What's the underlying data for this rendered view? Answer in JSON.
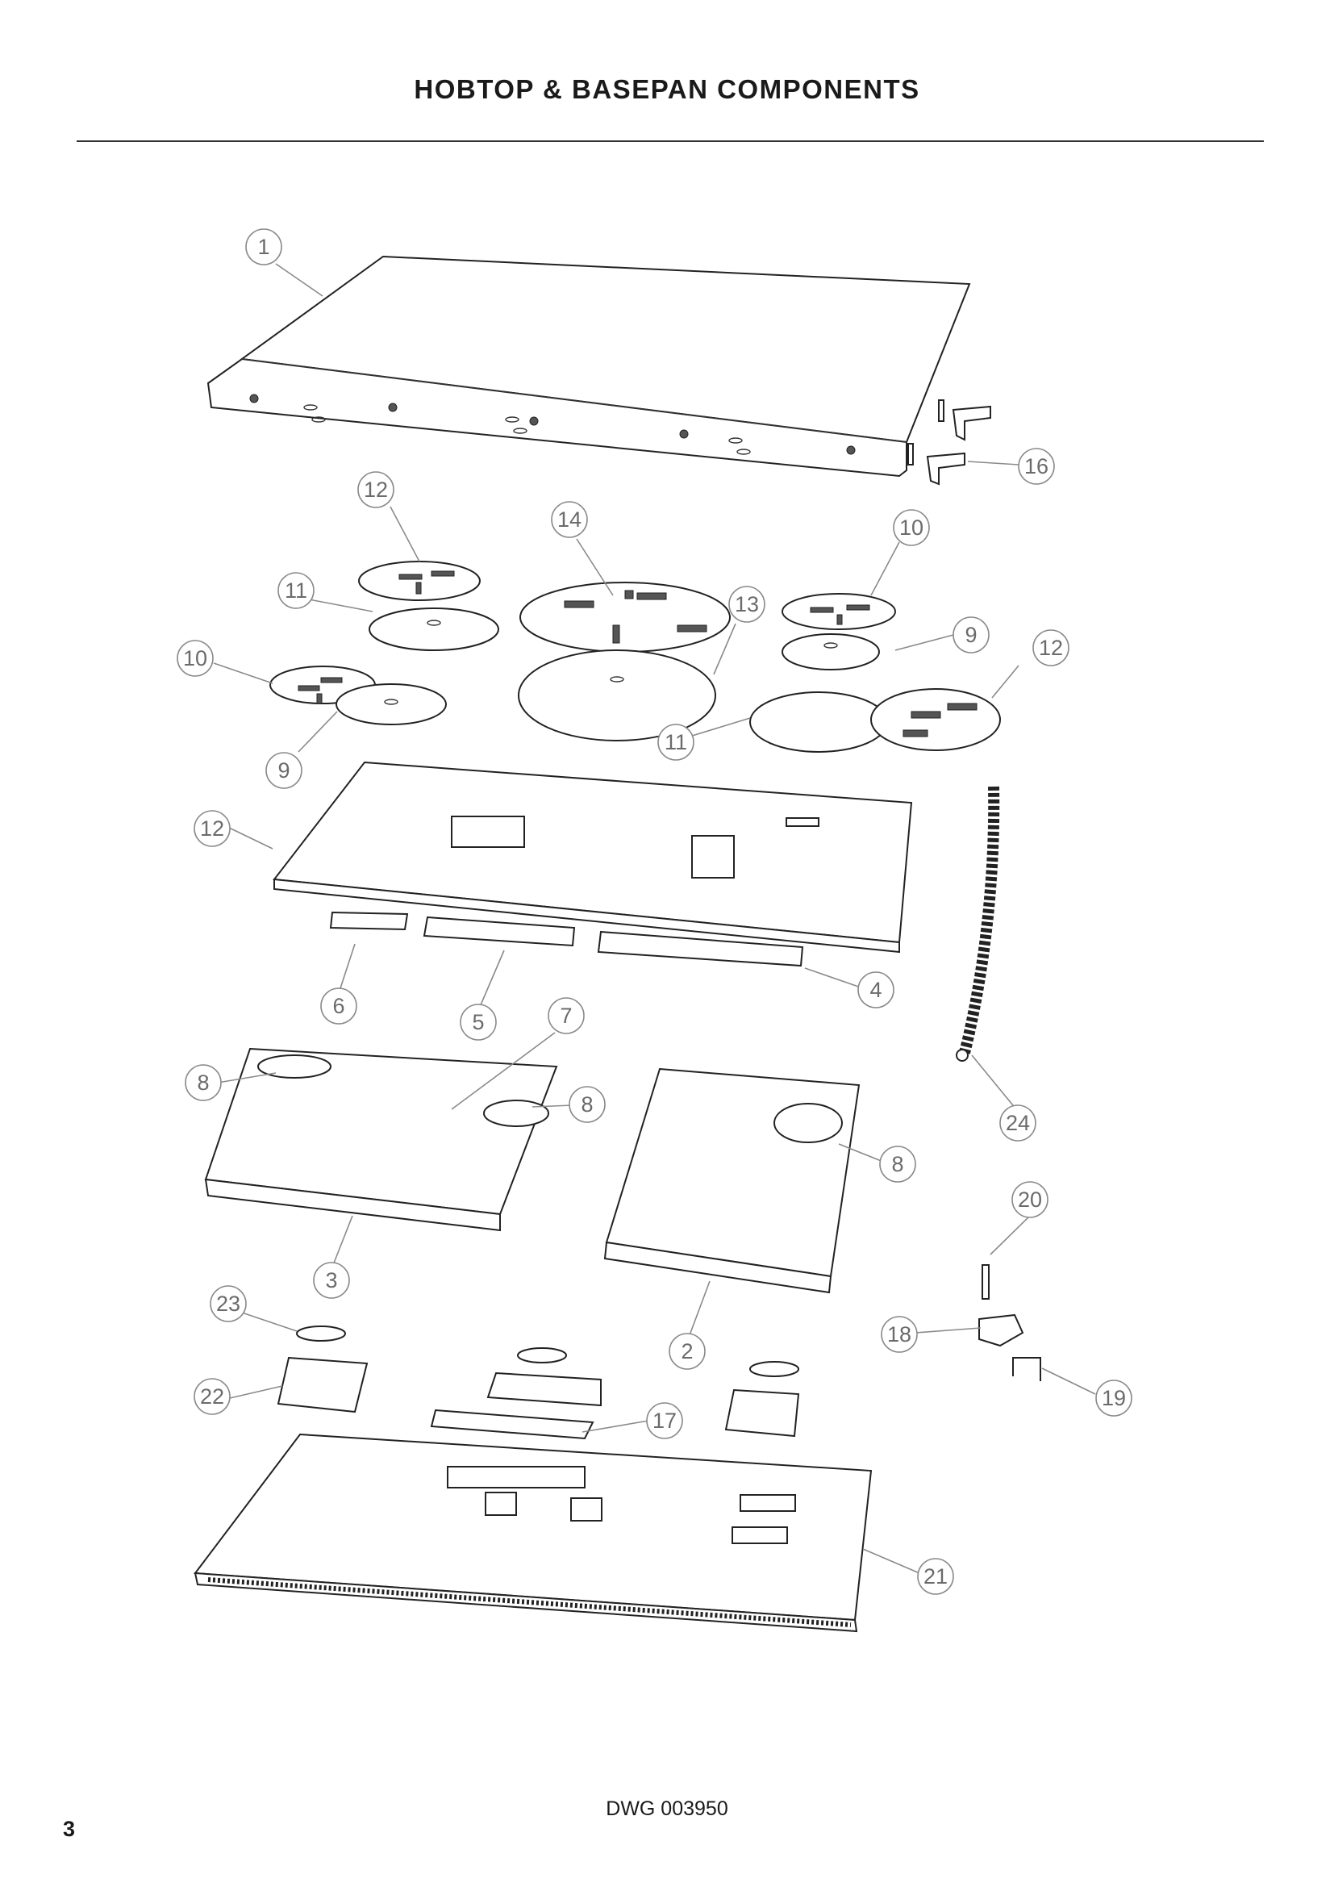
{
  "page": {
    "title": "HOBTOP & BASEPAN COMPONENTS",
    "drawing_number": "DWG 003950",
    "page_number": "3"
  },
  "callouts": [
    {
      "id": "c1",
      "label": "1"
    },
    {
      "id": "c16",
      "label": "16"
    },
    {
      "id": "c12a",
      "label": "12"
    },
    {
      "id": "c14",
      "label": "14"
    },
    {
      "id": "c10a",
      "label": "10"
    },
    {
      "id": "c11a",
      "label": "11"
    },
    {
      "id": "c13",
      "label": "13"
    },
    {
      "id": "c9a",
      "label": "9"
    },
    {
      "id": "c12b",
      "label": "12"
    },
    {
      "id": "c10b",
      "label": "10"
    },
    {
      "id": "c9b",
      "label": "9"
    },
    {
      "id": "c11b",
      "label": "11"
    },
    {
      "id": "c12c",
      "label": "12"
    },
    {
      "id": "c4",
      "label": "4"
    },
    {
      "id": "c6",
      "label": "6"
    },
    {
      "id": "c5",
      "label": "5"
    },
    {
      "id": "c7",
      "label": "7"
    },
    {
      "id": "c8a",
      "label": "8"
    },
    {
      "id": "c8b",
      "label": "8"
    },
    {
      "id": "c8c",
      "label": "8"
    },
    {
      "id": "c24",
      "label": "24"
    },
    {
      "id": "c20",
      "label": "20"
    },
    {
      "id": "c3",
      "label": "3"
    },
    {
      "id": "c23",
      "label": "23"
    },
    {
      "id": "c2",
      "label": "2"
    },
    {
      "id": "c18",
      "label": "18"
    },
    {
      "id": "c22",
      "label": "22"
    },
    {
      "id": "c19",
      "label": "19"
    },
    {
      "id": "c17",
      "label": "17"
    },
    {
      "id": "c21",
      "label": "21"
    }
  ]
}
